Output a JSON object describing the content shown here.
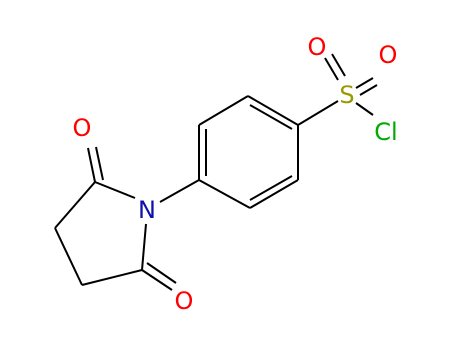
{
  "structure": {
    "atoms": {
      "o_top": {
        "symbol": "O",
        "color": "#ff0000"
      },
      "o_right": {
        "symbol": "O",
        "color": "#ff0000"
      },
      "sulfur": {
        "symbol": "S",
        "color": "#999900"
      },
      "chlorine": {
        "symbol": "Cl",
        "color": "#00aa00"
      },
      "o_carbonyl_top": {
        "symbol": "O",
        "color": "#ff0000"
      },
      "nitrogen": {
        "symbol": "N",
        "color": "#1010aa"
      },
      "o_carbonyl_bottom": {
        "symbol": "O",
        "color": "#ff0000"
      }
    },
    "bond_color": "#000000"
  }
}
